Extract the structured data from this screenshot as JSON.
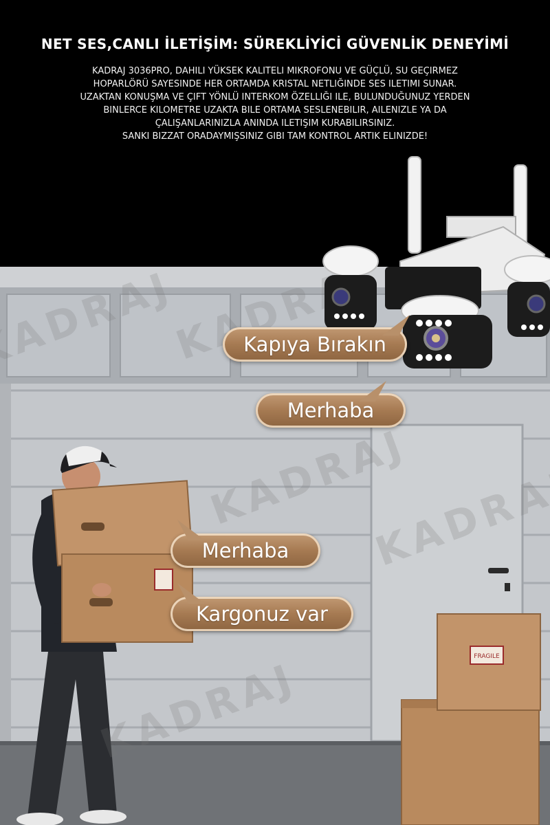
{
  "header": {
    "headline": "NET SES,CANLI İLETİŞİM: SÜREKLİYİCİ GÜVENLİK DENEYİMİ",
    "description_lines": [
      "KADRAJ 3036PRO, DAHILI YÜKSEK KALITELI MIKROFONU VE GÜÇLÜ, SU GEÇIRMEZ",
      "HOPARLÖRÜ SAYESINDE HER ORTAMDA KRISTAL NETLIĞINDE SES ILETIMI SUNAR.",
      "UZAKTAN KONUŞMA VE ÇIFT YÖNLÜ INTERKOM ÖZELLIĞI ILE, BULUNDUĞUNUZ YERDEN",
      "BINLERCE  KILOMETRE UZAKTA BILE ORTAMA SESLENEBILIR, AILENIZLE YA DA",
      "ÇALIŞANLARINIZLA ANINDA ILETIŞIM KURABILIRSINIZ.",
      "SANKI BIZZAT ORADAYMIŞSINIZ GIBI TAM KONTROL ARTIK ELINIZDE!"
    ]
  },
  "bubbles": [
    {
      "text": "Kapıya Bırakın"
    },
    {
      "text": "Merhaba"
    },
    {
      "text": "Merhaba"
    },
    {
      "text": "Kargonuz var"
    }
  ],
  "watermark": "KADRAJ",
  "box_label": "FRAGILE",
  "colors": {
    "background_top": "#000000",
    "bubble_brown": "#a67a52",
    "bubble_border": "#f5e1c8",
    "door_gray": "#c4c7cb",
    "cardboard": "#b98a5e"
  }
}
